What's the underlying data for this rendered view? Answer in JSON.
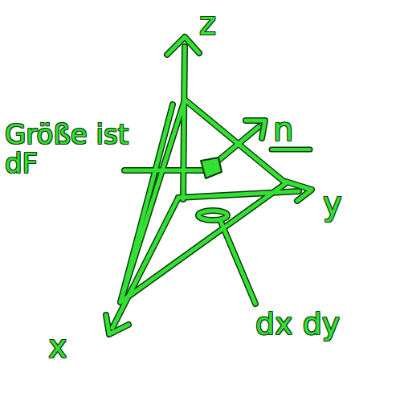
{
  "diagram": {
    "labels": [
      "z",
      "n",
      "y",
      "x",
      "Größe ist dF",
      "dx dy"
    ]
  }
}
